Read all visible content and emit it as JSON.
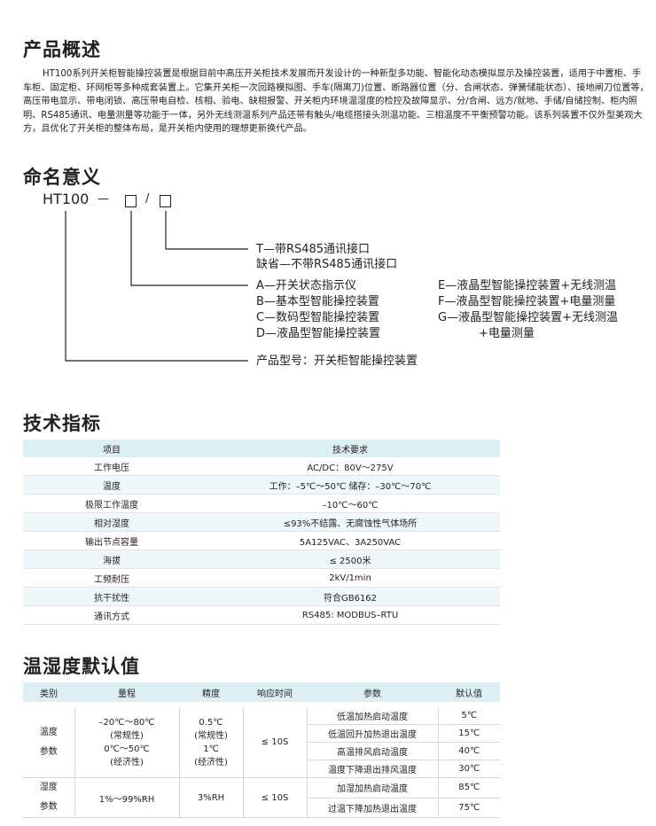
{
  "sections": {
    "overview": "产品概述",
    "naming": "命名意义",
    "specs": "技术指标",
    "defaults": "温湿度默认值"
  },
  "intro_text": "HT100系列开关柜智能操控装置是根据目前中高压开关柜技术发展而开发设计的一种新型多功能、智能化动态模拟显示及操控装置，适用于中置柜、手车柜、固定柜、环网柜等多种成套装置上。它集开关柜一次回路模拟图、手车(隔离刀)位置、断路器位置（分、合闸状态、弹簧储能状态）、接地闸刀位置等，高压带电显示、带电闭锁、高压带电自检、核相、验电、缺相报警、开关柜内环境温湿度的检控及故障显示、分/合闸、远方/就地、手储/自储控制、柜内照明、RS485通讯、电量测量等功能于一体，另外无线测温系列产品还带有触头/电缆搭接头测温功能、三相温度不平衡预警功能。该系列装置不仅外型美观大方，且优化了开关柜的整体布局，是开关柜内使用的理想更新换代产品。",
  "naming": {
    "model": "HT100",
    "dash": "—",
    "slash": "/",
    "t_line1": "T—带RS485通讯接口",
    "t_line2": "缺省—不带RS485通讯接口",
    "opts_left": [
      "A—开关状态指示仪",
      "B—基本型智能操控装置",
      "C—数码型智能操控装置",
      "D—液晶型智能操控装置"
    ],
    "opts_right": [
      "E—液晶型智能操控装置+无线测温",
      "F—液晶型智能操控装置+电量测量",
      "G—液晶型智能操控装置+无线测温",
      "+电量测量"
    ],
    "product_line": "产品型号：开关柜智能操控装置"
  },
  "spec_table": {
    "headers": [
      "项目",
      "技术要求"
    ],
    "rows": [
      [
        "工作电压",
        "AC/DC：80V～275V"
      ],
      [
        "温度",
        "工作：–5℃～50℃  储存：–30℃～70℃"
      ],
      [
        "极限工作温度",
        "–10℃～60℃"
      ],
      [
        "相对湿度",
        "≤93%不结露、无腐蚀性气体场所"
      ],
      [
        "输出节点容量",
        "5A125VAC、3A250VAC"
      ],
      [
        "海拔",
        "≤ 2500米"
      ],
      [
        "工频耐压",
        "2kV/1min"
      ],
      [
        "抗干扰性",
        "符合GB6162"
      ],
      [
        "通讯方式",
        "RS485: MODBUS–RTU"
      ]
    ]
  },
  "default_table": {
    "headers": [
      "类别",
      "量程",
      "精度",
      "响应时间",
      "参数",
      "默认值"
    ],
    "temp": {
      "category": "温度参数",
      "range_lines": [
        "–20℃～80℃",
        "(常规性)",
        "0℃～50℃",
        "(经济性)"
      ],
      "accuracy_lines": [
        "0.5℃",
        "(常规性)",
        "1℃",
        "(经济性)"
      ],
      "response": "≤ 10S",
      "params": [
        [
          "低温加热启动温度",
          "5℃"
        ],
        [
          "低温回升加热退出温度",
          "15℃"
        ],
        [
          "高温排风启动温度",
          "40℃"
        ],
        [
          "温度下降退出排风温度",
          "30℃"
        ]
      ]
    },
    "humid": {
      "category": "湿度参数",
      "range": "1%～99%RH",
      "accuracy": "3%RH",
      "response": "≤ 10S",
      "params": [
        [
          "加湿加热启动温度",
          "85℃"
        ],
        [
          "过温下降加热退出温度",
          "75℃"
        ]
      ]
    }
  }
}
